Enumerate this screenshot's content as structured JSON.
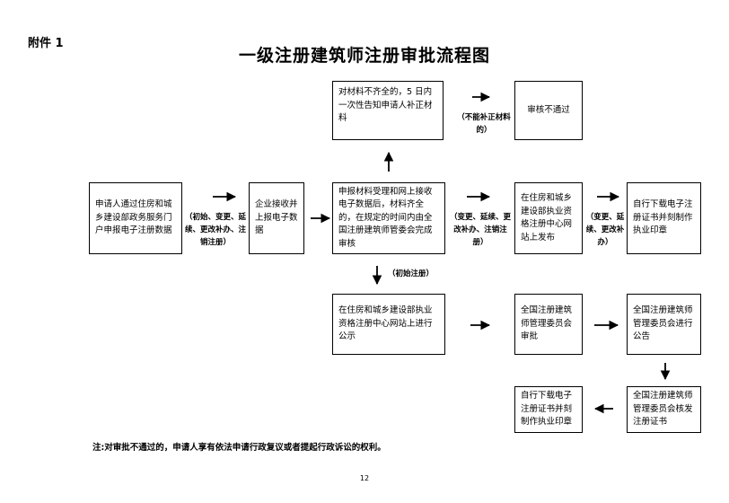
{
  "header": {
    "attachment": "附件 1",
    "title": "一级注册建筑师注册审批流程图"
  },
  "boxes": {
    "notify_missing": "对材料不齐全的，5 日内一次性告知申请人补正材料",
    "review_fail": "审核不通过",
    "apply": "申请人通过住房和城乡建设部政务服务门户申报电子注册数据",
    "enterprise": "企业接收并上报电子数据",
    "accept": "申报材料受理和网上接收电子数据后，材料齐全的，在规定的时间内由全国注册建筑师管委会完成审核",
    "publish_moh_1": "在住房和城乡建设部执业资格注册中心网站上发布",
    "download_1": "自行下载电子注册证书并刻制作执业印章",
    "publicize_moh": "在住房和城乡建设部执业资格注册中心网站上进行公示",
    "committee_approve": "全国注册建筑师管理委员会审批",
    "committee_announce": "全国注册建筑师管理委员会进行公告",
    "committee_issue": "全国注册建筑师管理委员会核发注册证书",
    "download_2": "自行下载电子注册证书并刻制作执业印章"
  },
  "labels": {
    "cannot_supplement": "（不能补正材料的）",
    "apply_types": "（初始、变更、延续、更改补办、注销注册）",
    "types_after_review": "（变更、延续、更改补办、注销注册）",
    "types_download": "（变更、延续、更改补办）",
    "initial": "（初始注册）"
  },
  "footer": {
    "note": "注:对审批不通过的，申请人享有依法申请行政复议或者提起行政诉讼的权利。",
    "page_number": "12"
  }
}
